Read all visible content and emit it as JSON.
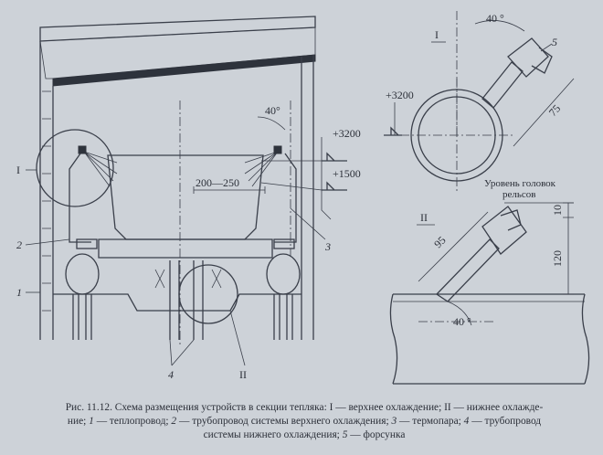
{
  "labels": {
    "elev_3200_left": "+3200",
    "elev_1500": "+1500",
    "elev_3200_right": "+3200",
    "angle_main": "40°",
    "angle_I": "40 °",
    "angle_II": "40 °",
    "dim_200_250": "200—250",
    "dim_75": "75",
    "dim_95": "95",
    "dim_10": "10",
    "dim_120": "120",
    "rail_level_line1": "Уровень головок",
    "rail_level_line2": "рельсов",
    "view_I": "I",
    "view_II": "II",
    "callout_I": "I",
    "callout_II": "II",
    "num_1": "1",
    "num_2": "2",
    "num_3": "3",
    "num_4": "4",
    "num_5": "5"
  },
  "caption": {
    "prefix": "Рис. 11.12. Схема размещения устройств в секции тепляка: I — верхнее охлаждение; II — нижнее охлажде-",
    "line2_a": "ние; ",
    "n1": "1",
    "t1": " — теплопровод; ",
    "n2": "2",
    "t2": " — трубопровод системы верхнего охлаждения; ",
    "n3": "3",
    "t3": " — термопара; ",
    "n4": "4",
    "t4": " — трубопровод",
    "line3_a": "системы нижнего охлаждения; ",
    "n5": "5",
    "t5": " — форсунка"
  }
}
